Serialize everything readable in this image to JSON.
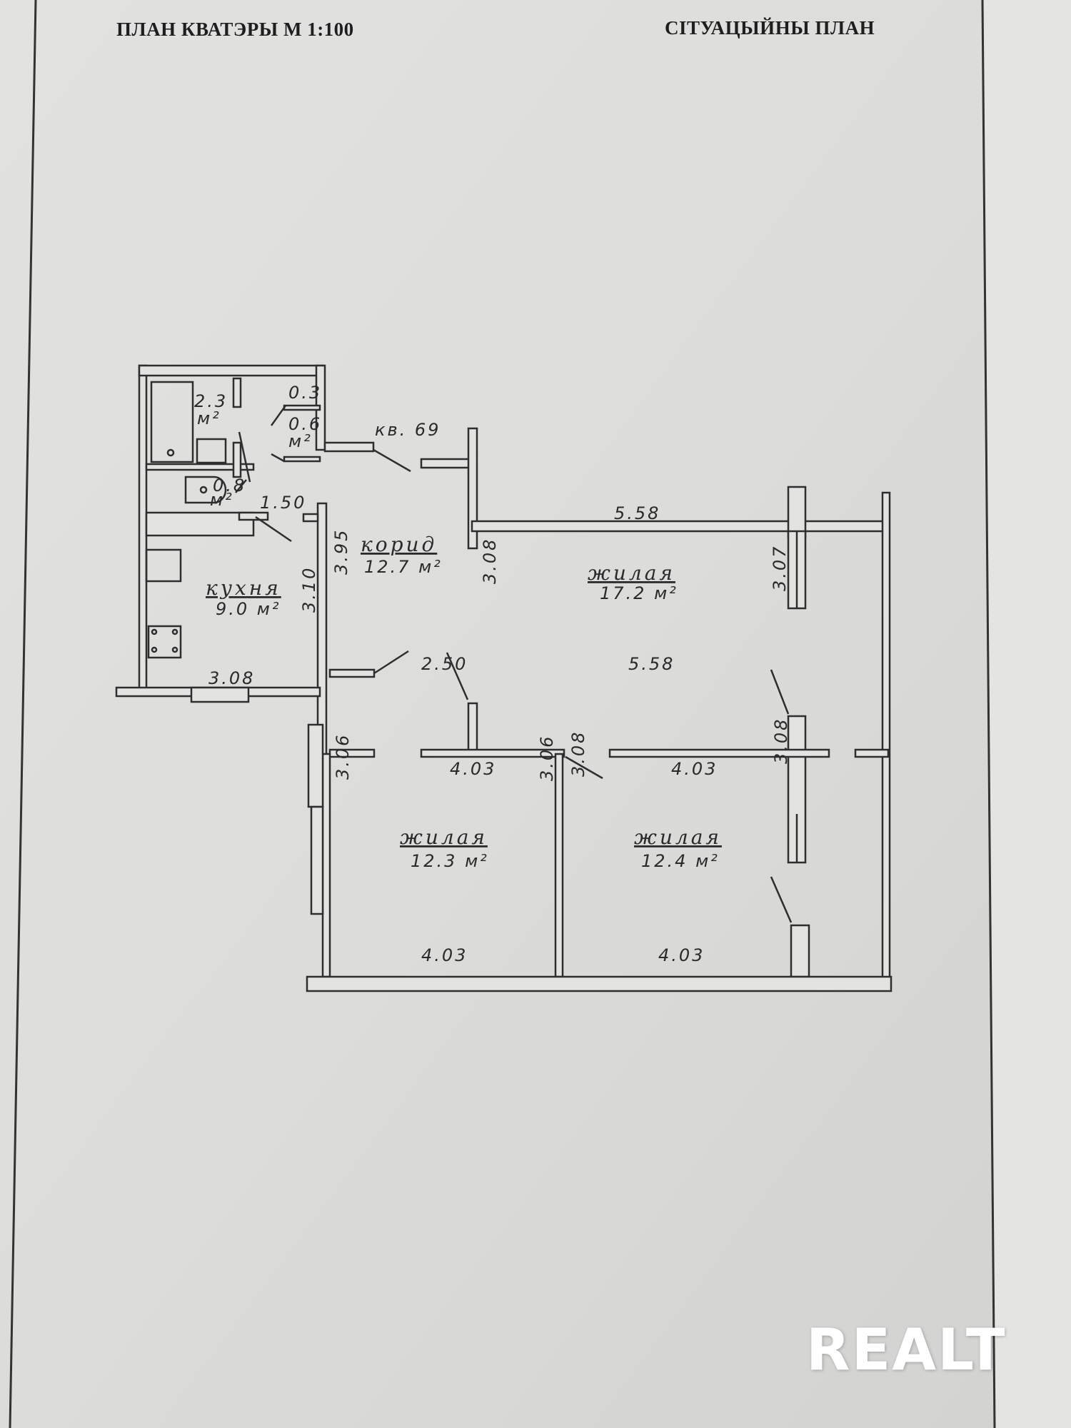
{
  "header": {
    "left_title": "ПЛАН КВАТЭРЫ М 1:100",
    "right_title": "СІТУАЦЫЙНЫ ПЛАН"
  },
  "plan": {
    "apartment_label": "кв. 69",
    "rooms": [
      {
        "name": "корид",
        "area": "12.7 м²"
      },
      {
        "name": "кухня",
        "area": "9.0 м²"
      },
      {
        "name": "жилая",
        "area": "17.2 м²"
      },
      {
        "name": "жилая",
        "area": "12.3 м²"
      },
      {
        "name": "жилая",
        "area": "12.4 м²"
      }
    ],
    "small_rooms": [
      {
        "area": "2.3",
        "unit": "м²"
      },
      {
        "area": "0.3"
      },
      {
        "area": "0.6",
        "unit": "м²"
      },
      {
        "area": "0.8",
        "unit": "м²"
      }
    ],
    "dimensions": {
      "hall_1_50": "1.50",
      "corridor_3_95": "3.95",
      "kitchen_3_10": "3.10",
      "kitchen_3_08": "3.08",
      "corridor_3_08": "3.08",
      "corridor_2_50": "2.50",
      "living_top_5_58": "5.58",
      "living_right_3_07": "3.07",
      "living_bottom_5_58": "5.58",
      "bed1_top_4_03": "4.03",
      "bed2_top_4_03": "4.03",
      "bed1_left_3_06": "3.06",
      "bed1_right_3_06": "3.06",
      "bed2_left_3_08": "3.08",
      "bed2_right_3_08": "3.08",
      "bed1_bottom_4_03": "4.03",
      "bed2_bottom_4_03": "4.03"
    }
  },
  "watermark": {
    "text": "REALT"
  }
}
